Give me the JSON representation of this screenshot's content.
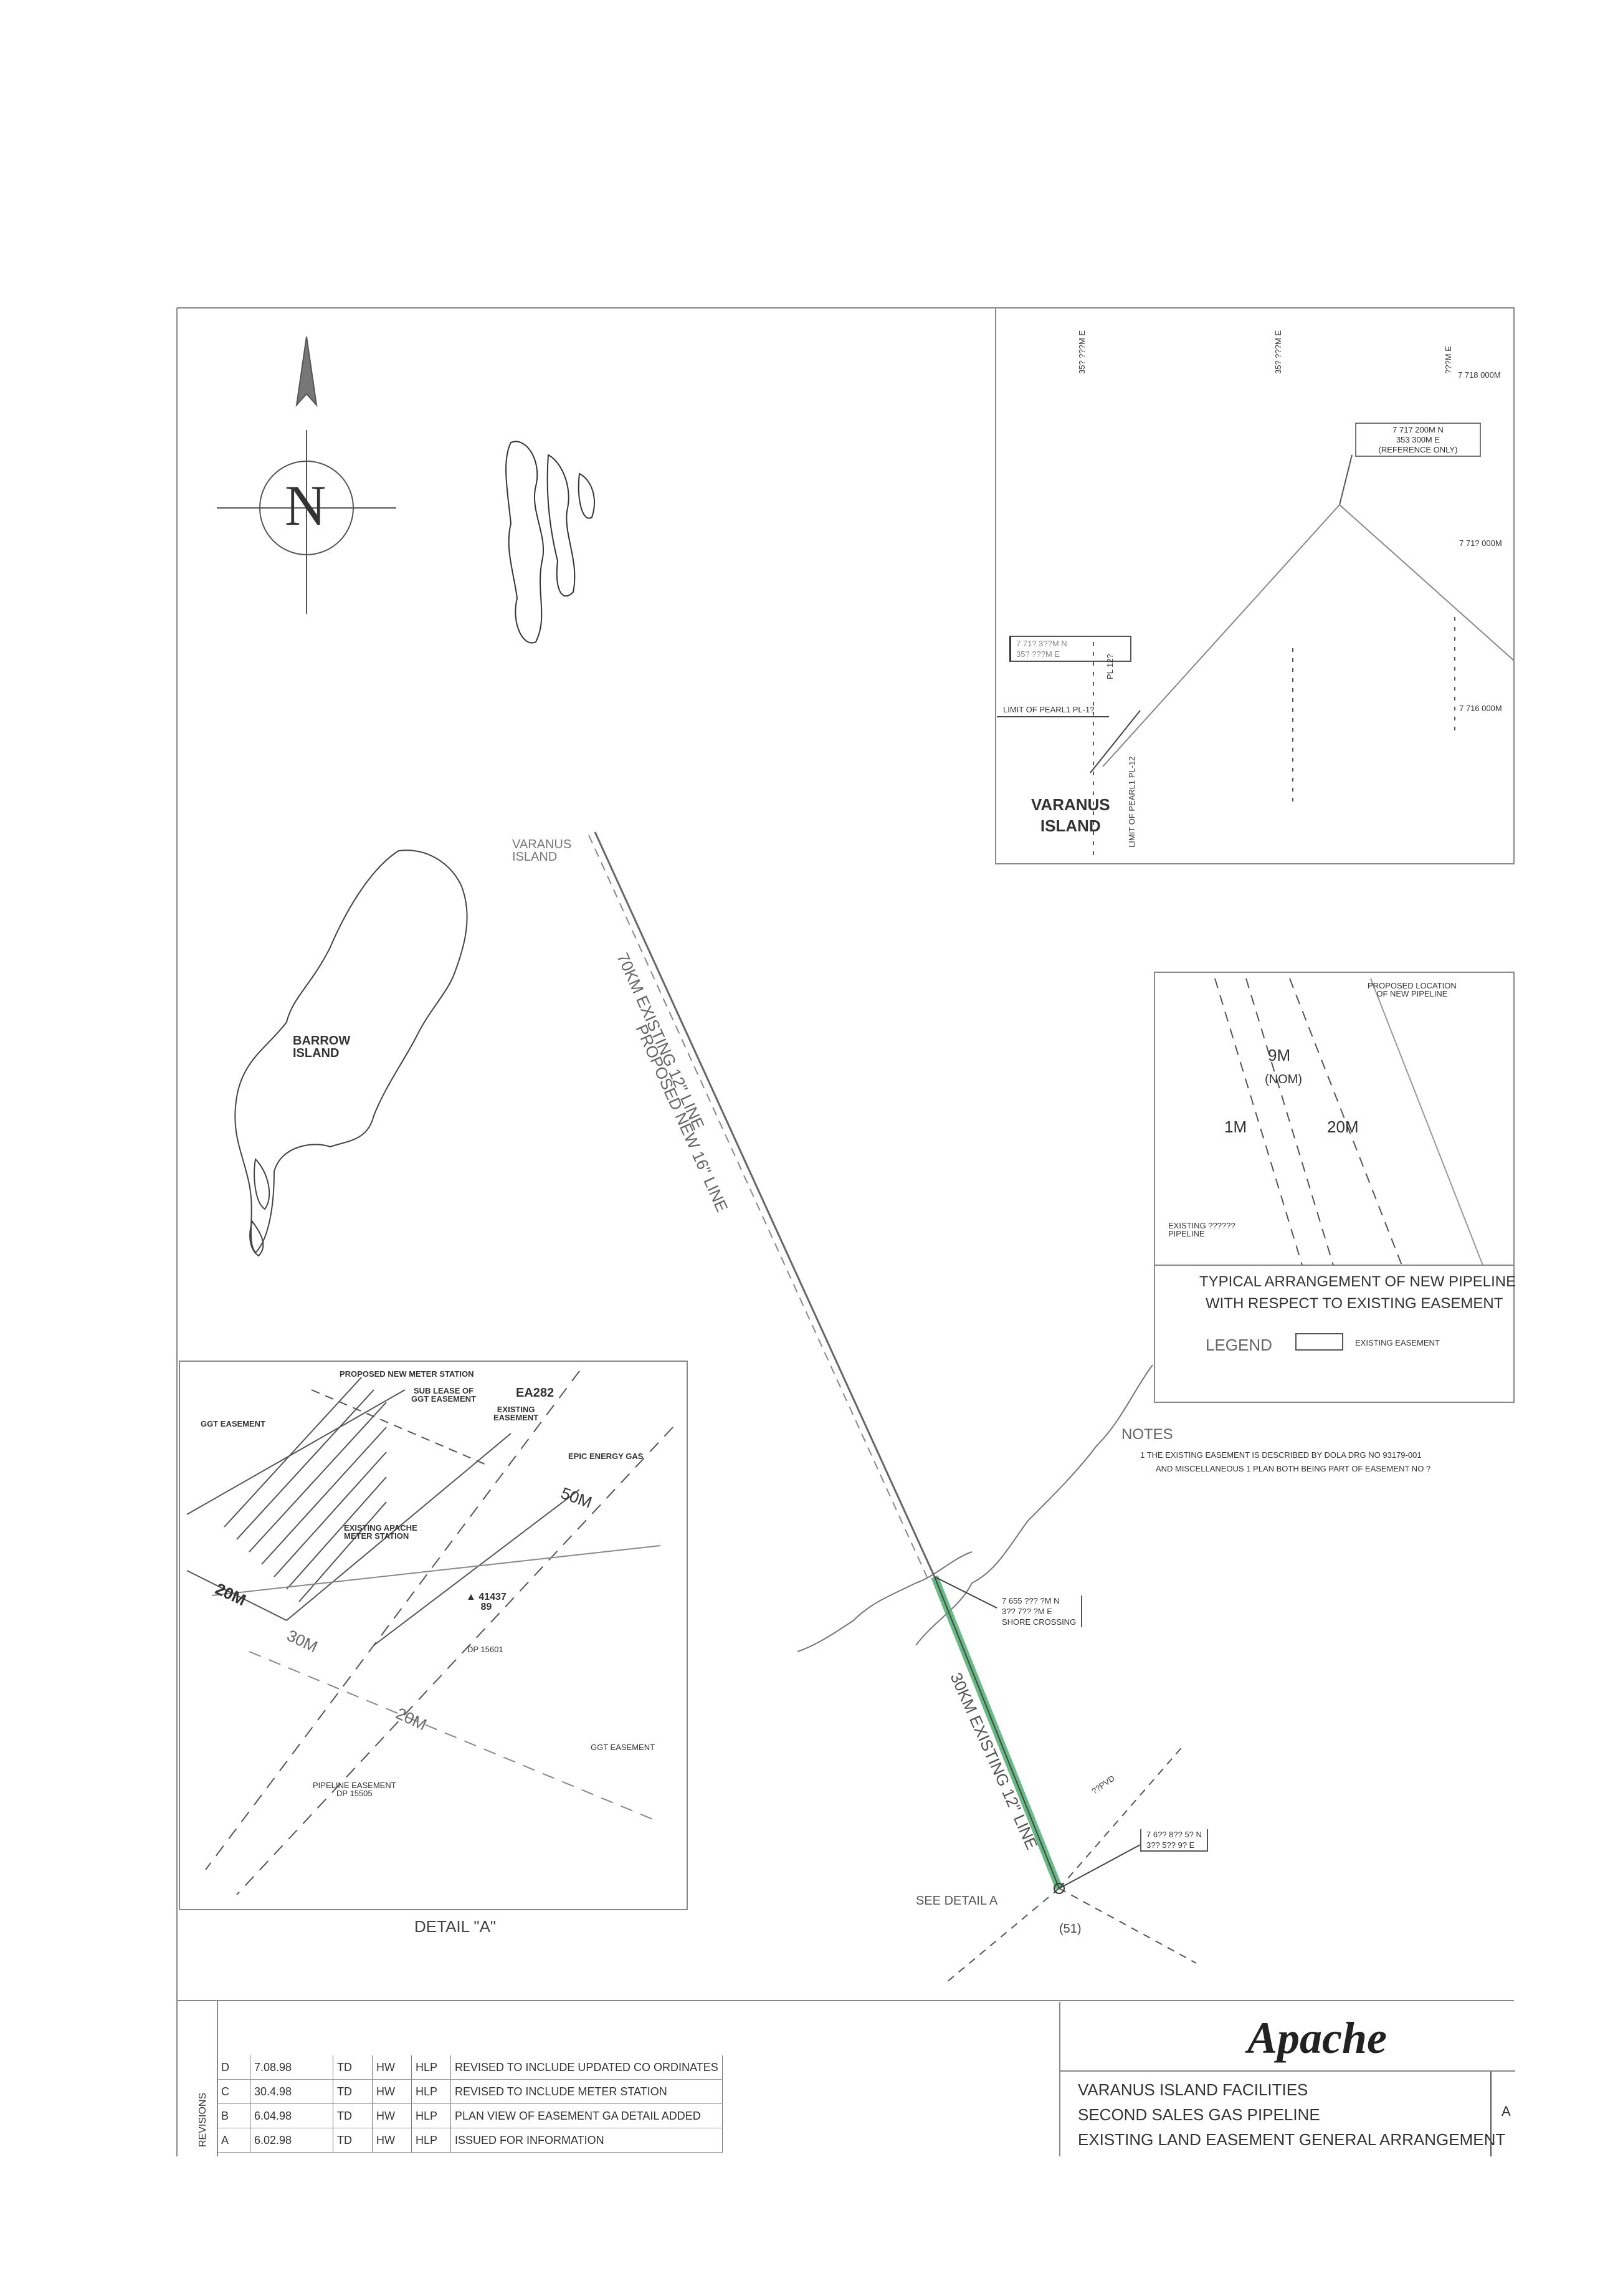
{
  "north_arrow": {
    "letter": "N"
  },
  "main_map": {
    "varanus_island": "VARANUS\nISLAND",
    "barrow_island": "BARROW\nISLAND",
    "pipeline_label_1": "PROPOSED NEW 16\" LINE",
    "pipeline_label_2": "70km EXISTING 12\" LINE",
    "pipeline_label_3": "30km EXISTING 12\" LINE",
    "shore_crossing": [
      "7 655 ??? ?m N",
      "3?? 7?? ?m E",
      "SHORE CROSSING"
    ],
    "end_point": [
      "7 6?? 8?? 5? N",
      "3?? 5?? 9? E"
    ],
    "see_detail": "SEE DETAIL  A",
    "junction_code": "(51)",
    "junction_label": "??PVD"
  },
  "inset_top": {
    "col_labels": [
      "35? ???m E",
      "35? ???m E",
      "???m E"
    ],
    "row_labels": [
      "7 718 000m",
      "7 71? 000m",
      "7 716 000m"
    ],
    "reference_box": [
      "7 717 200m N",
      "353 300m E",
      "(REFERENCE ONLY)"
    ],
    "small_box": [
      "7 71? 3??m N",
      "35? ???m E"
    ],
    "limit_h": "LIMIT OF PEARL1 PL-1?",
    "limit_v": "LIMIT OF PEARL1 PL-12",
    "vertical_tag": "PL 12?",
    "island": "VARANUS\nISLAND"
  },
  "inset_arrangement": {
    "proposed": "PROPOSED LOCATION\nOF NEW PIPELINE",
    "dim_9m": "9m",
    "dim_nom": "(nom)",
    "dim_1m": "1m",
    "dim_20m": "20m",
    "existing": "EXISTING ??????\nPIPELINE",
    "title_1": "TYPICAL ARRANGEMENT OF NEW PIPELINE",
    "title_2": "WITH RESPECT TO EXISTING EASEMENT",
    "legend_label": "LEGEND",
    "legend_item": "EXISTING EASEMENT"
  },
  "notes": {
    "title": "NOTES",
    "line1": "1   THE EXISTING EASEMENT IS DESCRIBED BY DOLA DRG  No  93179-001",
    "line2": "AND MISCELLANEOUS  1  PLAN  BOTH BEING PART OF EASEMENT No  ?"
  },
  "detail_a": {
    "title": "DETAIL \"A\"",
    "meter_station": "PROPOSED NEW METER STATION",
    "sub_lease": "SUB LEASE OF\nGGT EASEMENT",
    "ggt": "GGT EASEMENT",
    "ea": "EA282",
    "existing_easement": "EXISTING\nEASEMENT",
    "epic": "EPIC ENERGY GAS",
    "dim_50m": "50m",
    "apache_station": "EXISTING APACHE\nMETER STATION",
    "dim_20m": "20m",
    "dim_30m": "30m",
    "dim_20m_b": "20m",
    "lot": "▲ 41437\n89",
    "dp_lot": "DP 15601",
    "ggt_east": "GGT EASEMENT",
    "pipeline_easement": "PIPELINE EASEMENT\nDP 15505"
  },
  "revisions": {
    "header": "REVISIONS",
    "rows": [
      {
        "rev": "D",
        "date": "7.08.98",
        "by": "TD",
        "chk": "HW",
        "app": "HLP",
        "desc": "REVISED TO INCLUDE UPDATED CO ORDINATES"
      },
      {
        "rev": "C",
        "date": "30.4.98",
        "by": "TD",
        "chk": "HW",
        "app": "HLP",
        "desc": "REVISED TO INCLUDE METER STATION"
      },
      {
        "rev": "B",
        "date": "6.04.98",
        "by": "TD",
        "chk": "HW",
        "app": "HLP",
        "desc": "PLAN VIEW OF EASEMENT GA DETAIL ADDED"
      },
      {
        "rev": "A",
        "date": "6.02.98",
        "by": "TD",
        "chk": "HW",
        "app": "HLP",
        "desc": "ISSUED FOR INFORMATION"
      }
    ]
  },
  "title_block": {
    "logo": "Apache",
    "line1": "VARANUS ISLAND FACILITIES",
    "line2": "SECOND SALES GAS PIPELINE",
    "line3": "EXISTING LAND EASEMENT   GENERAL ARRANGEMENT",
    "size": "A"
  },
  "colors": {
    "line": "#555555",
    "pipeline_highlight": "#4caf6e"
  }
}
